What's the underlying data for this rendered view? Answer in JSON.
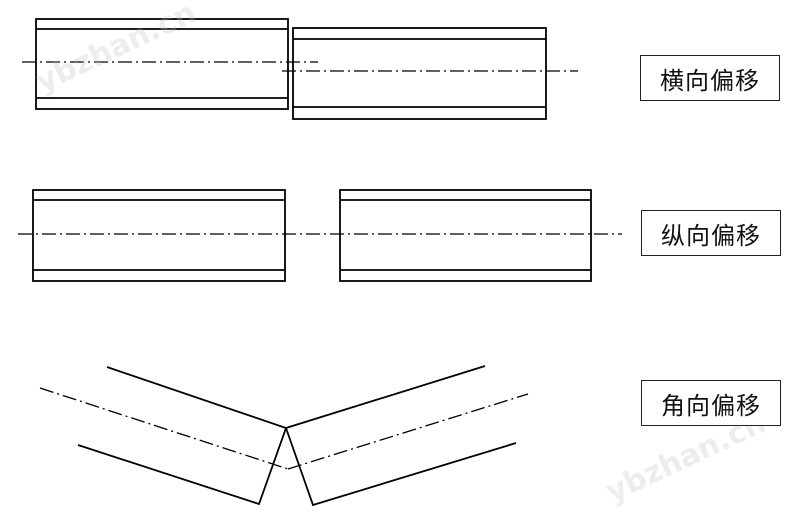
{
  "labels": {
    "lateral": "横向偏移",
    "axial": "纵向偏移",
    "angular": "角向偏移"
  },
  "watermark": "ybzhan.cn",
  "colors": {
    "line": "#000000",
    "centerline": "#000000"
  }
}
